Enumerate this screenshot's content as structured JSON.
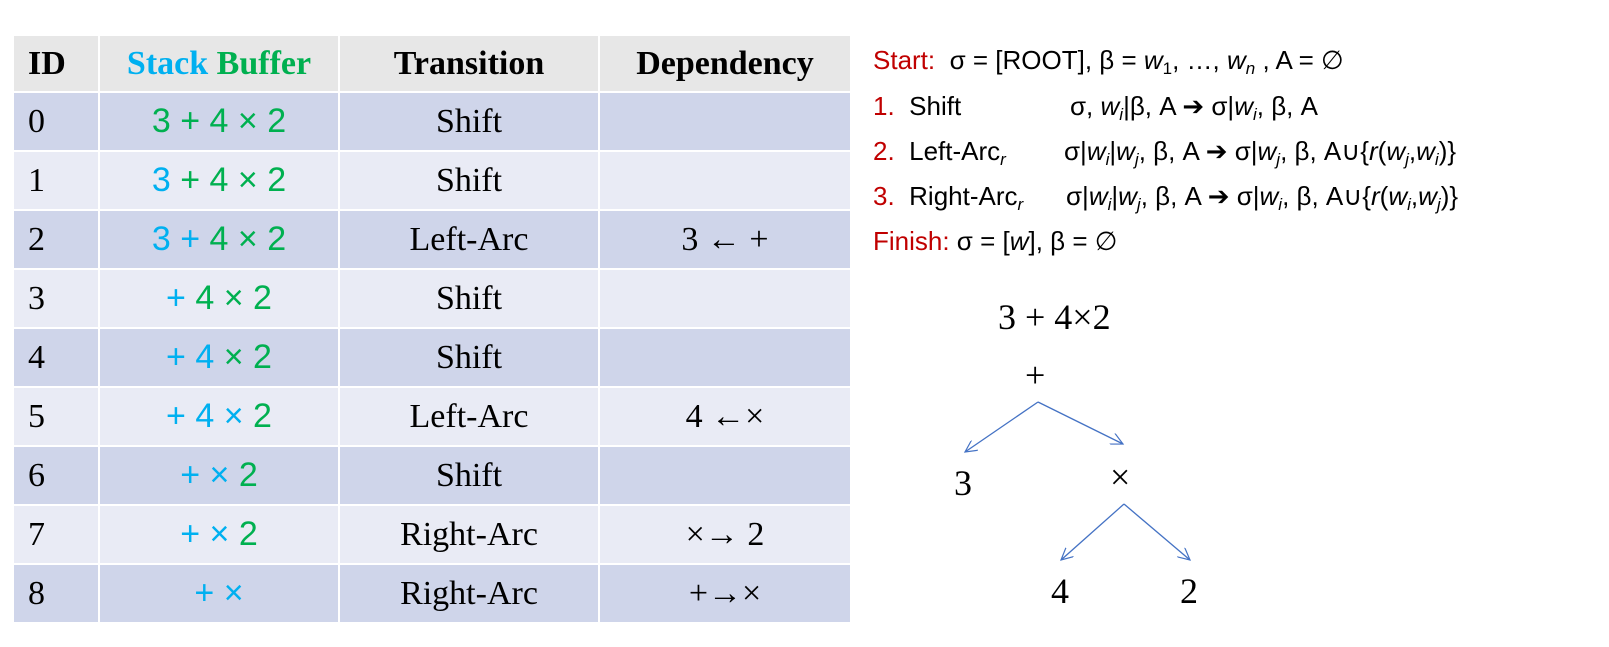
{
  "table": {
    "headers": {
      "id": "ID",
      "stack": "Stack",
      "buffer": "Buffer",
      "transition": "Transition",
      "dependency": "Dependency"
    },
    "rows": [
      {
        "id": "0",
        "stack": "",
        "buffer": "3 + 4 × 2",
        "transition": "Shift",
        "dependency": ""
      },
      {
        "id": "1",
        "stack": "3",
        "buffer": "+ 4 × 2",
        "transition": "Shift",
        "dependency": ""
      },
      {
        "id": "2",
        "stack": "3 +",
        "buffer": "4 × 2",
        "transition": "Left-Arc",
        "dependency": "3 ← +"
      },
      {
        "id": "3",
        "stack": "+",
        "buffer": "4 × 2",
        "transition": "Shift",
        "dependency": ""
      },
      {
        "id": "4",
        "stack": "+ 4",
        "buffer": "× 2",
        "transition": "Shift",
        "dependency": ""
      },
      {
        "id": "5",
        "stack": "+ 4 ×",
        "buffer": "2",
        "transition": "Left-Arc",
        "dependency": "4 ←×"
      },
      {
        "id": "6",
        "stack": "+ ×",
        "buffer": "2",
        "transition": "Shift",
        "dependency": ""
      },
      {
        "id": "7",
        "stack": "+ ×",
        "buffer": "2",
        "transition": "Right-Arc",
        "dependency": "×→ 2"
      },
      {
        "id": "8",
        "stack": "+ ×",
        "buffer": "",
        "transition": "Right-Arc",
        "dependency": "+→×"
      }
    ],
    "colors": {
      "stack": "#00b0f0",
      "buffer": "#00b050",
      "row_dark": "#cfd5ea",
      "row_light": "#e9ebf5",
      "header_bg": "#e7e7e7"
    }
  },
  "rules": {
    "start_label": "Start:",
    "finish_label": "Finish:",
    "n1": "1.",
    "n2": "2.",
    "n3": "3.",
    "shift": "Shift",
    "left_arc": "Left-Arc",
    "right_arc": "Right-Arc",
    "label_color": "#c00000"
  },
  "tree": {
    "expression": "3 + 4×2",
    "root": "+",
    "left": "3",
    "mid": "×",
    "left2": "4",
    "right2": "2",
    "edge_color": "#4472c4"
  }
}
